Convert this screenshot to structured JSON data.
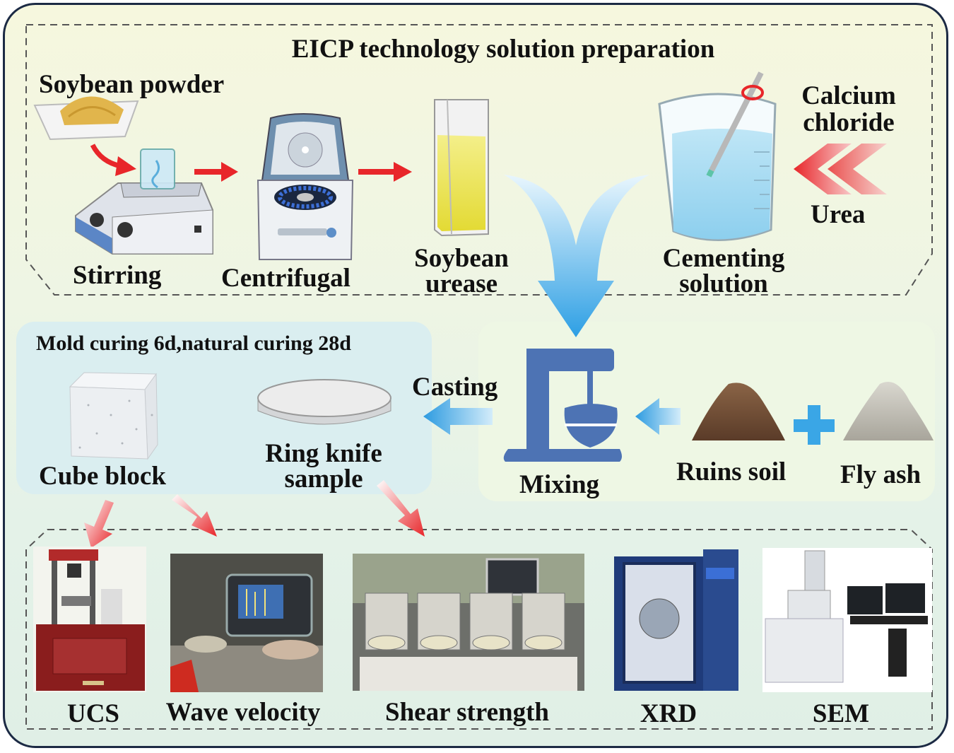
{
  "top_section": {
    "title": "EICP technology solution preparation",
    "soybean_powder": "Soybean powder",
    "stirring": "Stirring",
    "centrifugal": "Centrifugal",
    "soybean_urease_1": "Soybean",
    "soybean_urease_2": "urease",
    "calcium_chloride_1": "Calcium",
    "calcium_chloride_2": "chloride",
    "urea": "Urea",
    "cementing_solution_1": "Cementing",
    "cementing_solution_2": "solution"
  },
  "middle_section": {
    "curing": "Mold curing 6d,natural curing 28d",
    "casting": "Casting",
    "cube_block": "Cube block",
    "ring_knife_1": "Ring knife",
    "ring_knife_2": "sample",
    "mixing": "Mixing",
    "ruins_soil": "Ruins soil",
    "fly_ash": "Fly ash"
  },
  "bottom_section": {
    "tests": [
      "UCS",
      "Wave velocity",
      "Shear strength",
      "XRD",
      "SEM"
    ]
  },
  "colors": {
    "red_arrow": "#e8262a",
    "blue_arrow": "#3aa6e6",
    "mixer_blue": "#4d73b4",
    "border": "#1c2a44"
  },
  "icons": [
    "bowl-icon",
    "stirrer-icon",
    "centrifuge-icon",
    "cuvette-icon",
    "beaker-icon",
    "mixer-icon",
    "soil-pile-icon",
    "ash-pile-icon",
    "plus-icon",
    "cube-icon",
    "disc-icon"
  ]
}
